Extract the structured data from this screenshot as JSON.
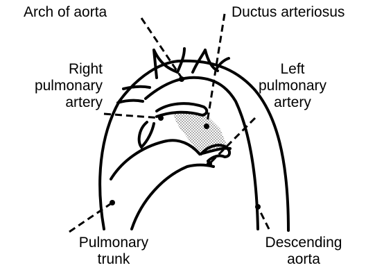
{
  "labels": {
    "arch_of_aorta": "Arch of aorta",
    "ductus_arteriosus": "Ductus arteriosus",
    "right_pulmonary_artery": [
      "Right",
      "pulmonary",
      "artery"
    ],
    "left_pulmonary_artery": [
      "Left",
      "pulmonary",
      "artery"
    ],
    "pulmonary_trunk": [
      "Pulmonary",
      "trunk"
    ],
    "descending_aorta": [
      "Descending",
      "aorta"
    ]
  },
  "colors": {
    "ink": "#000000",
    "background": "#ffffff",
    "ductus_shading": "#9a9a9a"
  }
}
